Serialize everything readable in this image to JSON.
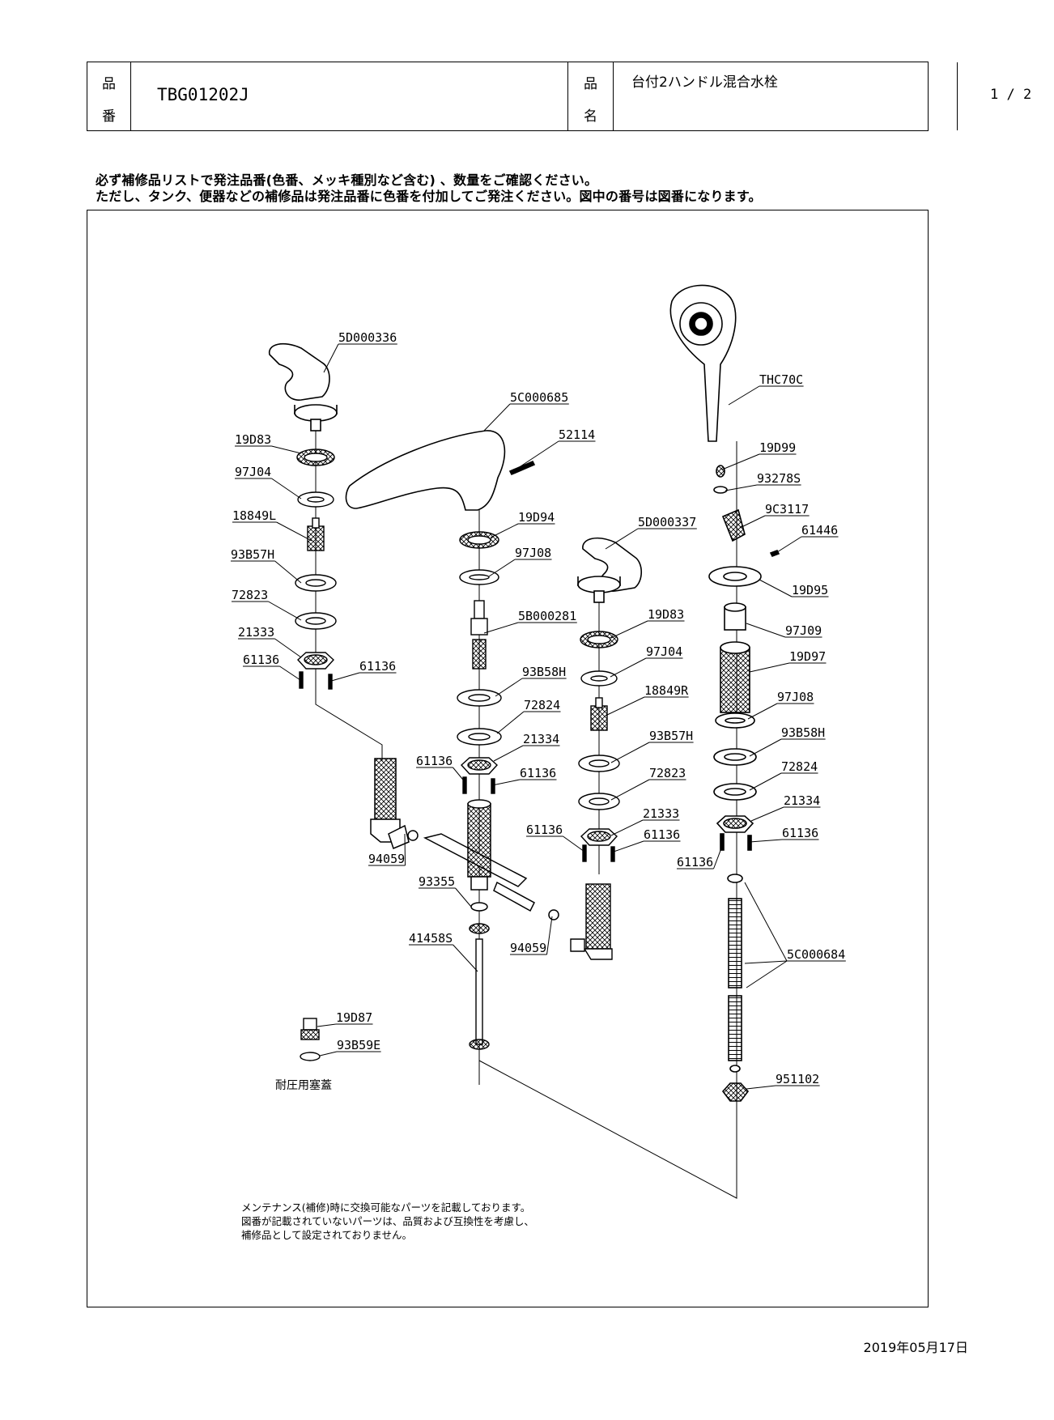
{
  "header": {
    "product_no_label_1": "品",
    "product_no_label_2": "番",
    "product_no": "TBG01202J",
    "product_name_label_1": "品",
    "product_name_label_2": "名",
    "product_name": "台付2ハンドル混合水栓",
    "page": "1 / 2"
  },
  "notice": {
    "line1": "必ず補修品リストで発注品番(色番、メッキ種別など含む) 、数量をご確認ください。",
    "line2": "ただし、タンク、便器などの補修品は発注品番に色番を付加してご発注ください。図中の番号は図番になります。"
  },
  "diagram": {
    "parts": [
      "5D000336",
      "19D83",
      "97J04",
      "18849L",
      "93B57H",
      "72823",
      "21333",
      "61136",
      "61136",
      "5C000685",
      "52114",
      "19D94",
      "97J08",
      "5B000281",
      "93B58H",
      "72824",
      "21334",
      "61136",
      "61136",
      "5D000337",
      "19D83",
      "97J04",
      "18849R",
      "93B57H",
      "72823",
      "21333",
      "61136",
      "61136",
      "THC70C",
      "19D99",
      "93278S",
      "9C3117",
      "61446",
      "19D95",
      "97J09",
      "19D97",
      "97J08",
      "93B58H",
      "72824",
      "21334",
      "61136",
      "61136",
      "94059",
      "93355",
      "94059",
      "41458S",
      "19D87",
      "93B59E",
      "5C000684",
      "951102"
    ],
    "plug_caption": "耐圧用塞蓋",
    "note_lines": [
      "メンテナンス(補修)時に交換可能なパーツを記載しております。",
      "図番が記載されていないパーツは、品質および互換性を考慮し、",
      "補修品として設定されておりません。"
    ]
  },
  "footer": {
    "date": "2019年05月17日"
  }
}
